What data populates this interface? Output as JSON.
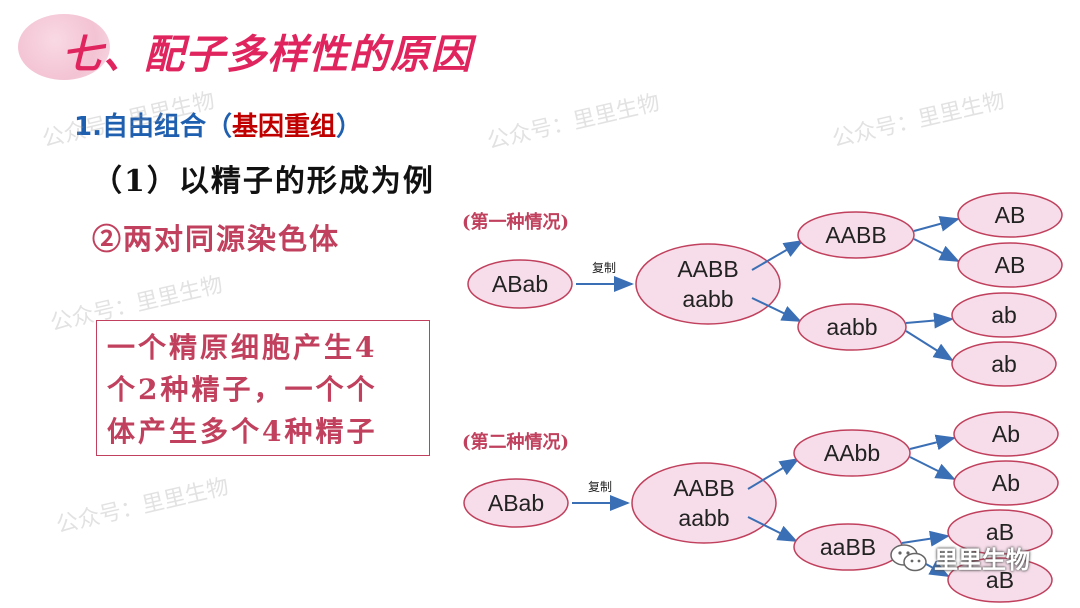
{
  "title": "七、配子多样性的原因",
  "subtitle_main": "1.自由组合（",
  "subtitle_highlight": "基因重组",
  "subtitle_end": "）",
  "section": "（1）以精子的形成为例",
  "subsection": "②两对同源染色体",
  "note_lines": [
    "一个精原细胞产生4",
    "个2种精子，一个个",
    "体产生多个4种精子"
  ],
  "cases": [
    {
      "label": "(第一种情况)",
      "start": "ABab",
      "edge_label": "复制",
      "replicated": [
        "AABB",
        "aabb"
      ],
      "branches": [
        {
          "node": "AABB",
          "gametes": [
            "AB",
            "AB"
          ]
        },
        {
          "node": "aabb",
          "gametes": [
            "ab",
            "ab"
          ]
        }
      ]
    },
    {
      "label": "(第二种情况)",
      "start": "ABab",
      "edge_label": "复制",
      "replicated": [
        "AABB",
        "aabb"
      ],
      "branches": [
        {
          "node": "AAbb",
          "gametes": [
            "Ab",
            "Ab"
          ]
        },
        {
          "node": "aaBB",
          "gametes": [
            "aB",
            "aB"
          ]
        }
      ]
    }
  ],
  "watermark": "公众号：里里生物",
  "logo_text": "里里生物",
  "colors": {
    "title": "#e0245e",
    "heading_blue": "#1f5fb0",
    "highlight_red": "#c00000",
    "accent": "#c0405d",
    "node_fill": "#f6dde9",
    "node_stroke": "#c0405d",
    "arrow": "#3b6fb5"
  }
}
